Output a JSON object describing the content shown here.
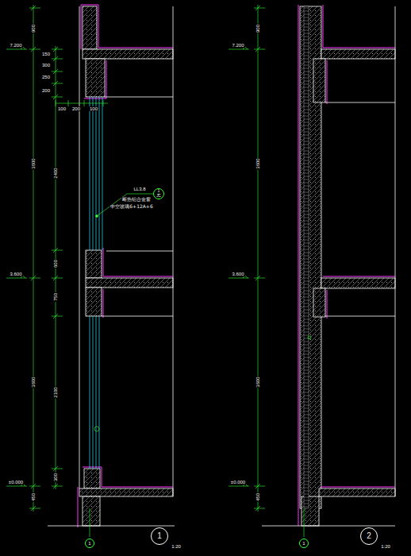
{
  "diagram": {
    "nodes": [
      {
        "text": [
          "1",
          "JC"
        ]
      },
      {
        "text": [
          "1"
        ]
      },
      {
        "text": [
          "1"
        ]
      },
      {
        "text": [
          "1"
        ]
      },
      {
        "text": [
          "2"
        ]
      }
    ],
    "labels": [
      "7.200",
      "900",
      "3600",
      "3600",
      "450",
      "3.600",
      "±0.000",
      "150",
      "300",
      "250",
      "200",
      "2400",
      "600",
      "750",
      "2100",
      "300",
      "100",
      "200",
      "100",
      "LL3.8",
      "断热铝合金窗",
      "中空玻璃6+12A+6",
      "7.200",
      "900",
      "3600",
      "3600",
      "450",
      "3.600",
      "±0.000",
      "1:20",
      "1:20"
    ]
  }
}
